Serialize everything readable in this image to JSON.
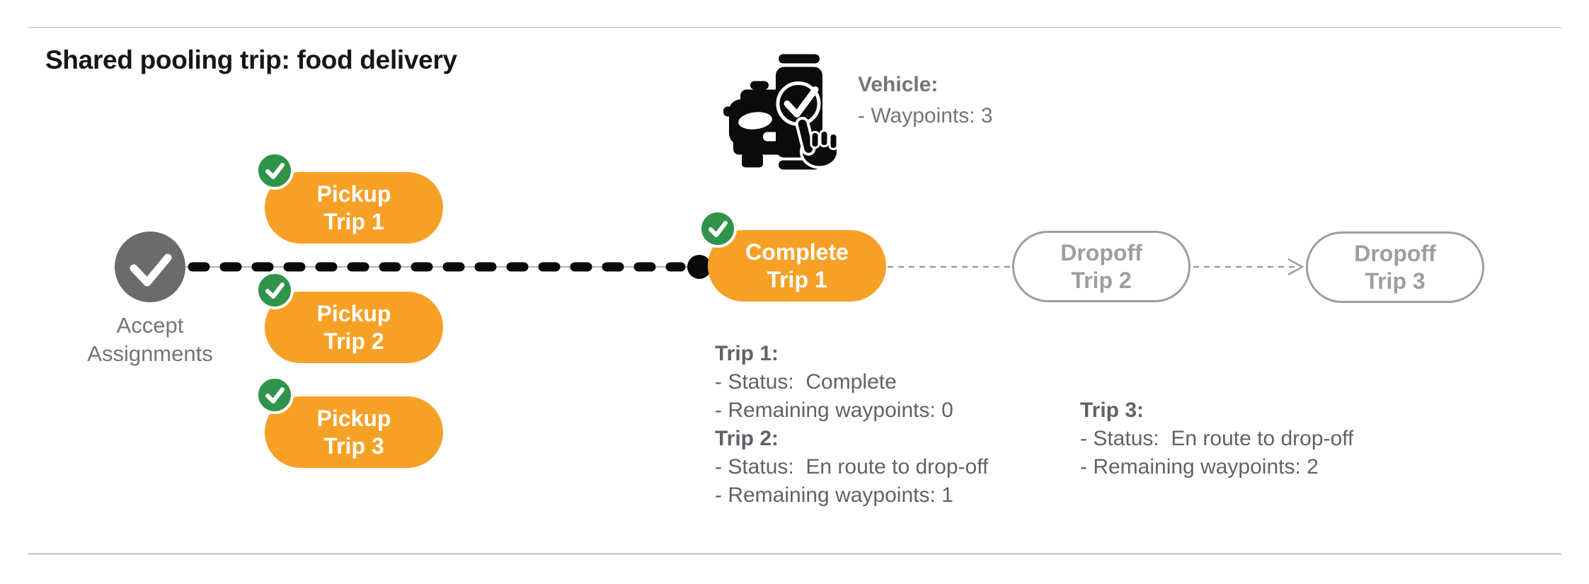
{
  "title": "Shared pooling trip: food delivery",
  "vehicle": {
    "label": "Vehicle:",
    "waypoints": "- Waypoints: 3"
  },
  "flow": {
    "accept": {
      "line1": "Accept",
      "line2": "Assignments"
    },
    "pickups": [
      {
        "line1": "Pickup",
        "line2": "Trip 1"
      },
      {
        "line1": "Pickup",
        "line2": "Trip 2"
      },
      {
        "line1": "Pickup",
        "line2": "Trip 3"
      }
    ],
    "complete": {
      "line1": "Complete",
      "line2": "Trip 1"
    },
    "dropoffs": [
      {
        "line1": "Dropoff",
        "line2": "Trip 2"
      },
      {
        "line1": "Dropoff",
        "line2": "Trip 3"
      }
    ]
  },
  "trip_info": [
    {
      "header": "Trip 1:",
      "status": "- Status:  Complete",
      "waypoints": "- Remaining waypoints: 0"
    },
    {
      "header": "Trip 2:",
      "status": "- Status:  En route to drop-off",
      "waypoints": "- Remaining waypoints: 1"
    },
    {
      "header": "Trip 3:",
      "status": "- Status:  En route to drop-off",
      "waypoints": "- Remaining waypoints: 2"
    }
  ],
  "icons": {
    "vehicle_icon": "car-with-phone-checkmark",
    "check_icon": "checkmark",
    "arrow_icon": "right-arrowhead"
  },
  "colors": {
    "accent_orange": "#F6A125",
    "badge_green": "#2F9449",
    "node_gray": "#6B6B6B",
    "outline_gray": "#9E9E9E",
    "info_text_gray": "#5F6368",
    "label_gray": "#757575",
    "route_black": "#0A0A0A",
    "divider_gray": "#D6D6D6"
  }
}
